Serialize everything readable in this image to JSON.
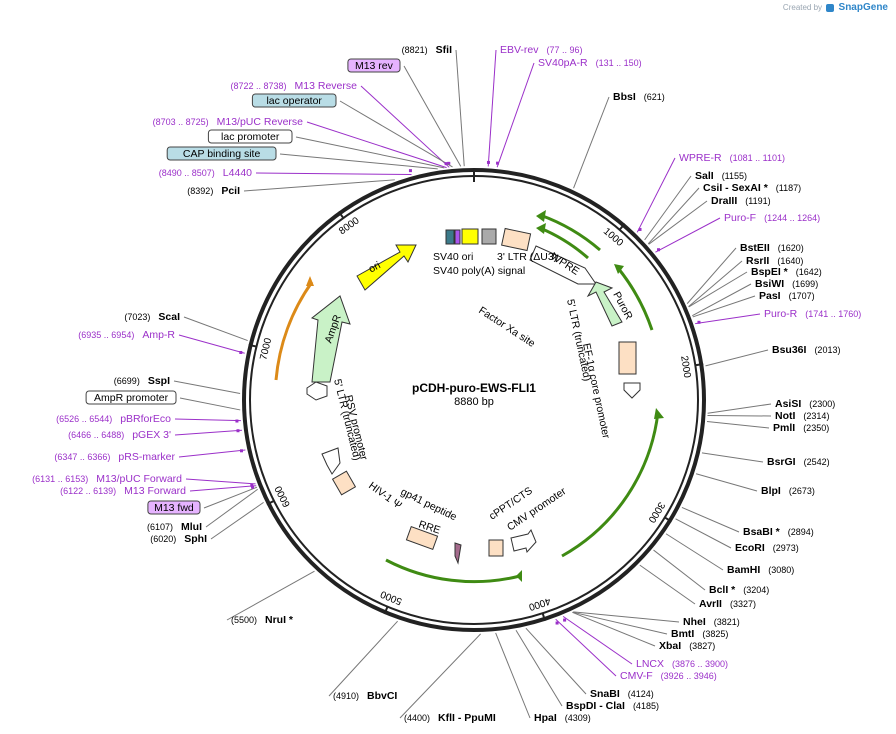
{
  "header": {
    "brand_prefix": "Created by",
    "brand_name": "SnapGene"
  },
  "plasmid": {
    "name": "pCDH-puro-EWS-FLI1",
    "size": "8880 bp",
    "total_bp": 8880
  },
  "colors": {
    "enzyme": "#000000",
    "primer": "#9b30c9",
    "feature_fill": "#fde0c4",
    "orf_green": "#c9f2c7",
    "ori_yellow": "#ffff00",
    "grey": "#aaaaaa",
    "arrow_green": "#3f8b13",
    "arrow_orange": "#dc8a18"
  },
  "ticks": [
    {
      "bp": 1000,
      "label": "1000"
    },
    {
      "bp": 2000,
      "label": "2000"
    },
    {
      "bp": 3000,
      "label": "3000"
    },
    {
      "bp": 4000,
      "label": "4000"
    },
    {
      "bp": 5000,
      "label": "5000"
    },
    {
      "bp": 6000,
      "label": "6000"
    },
    {
      "bp": 7000,
      "label": "7000"
    },
    {
      "bp": 8000,
      "label": "8000"
    }
  ],
  "labels": [
    {
      "kind": "enzyme",
      "name": "SfiI",
      "pos": "(8821)",
      "bp": 8821
    },
    {
      "kind": "primer",
      "name": "EBV-rev",
      "pos": "(77 .. 96)",
      "bp": 86
    },
    {
      "kind": "primer",
      "name": "SV40pA-R",
      "pos": "(131 .. 150)",
      "bp": 140
    },
    {
      "kind": "feature",
      "name": "M13 rev",
      "color": "purple",
      "bp": 8800
    },
    {
      "kind": "primer",
      "name": "M13 Reverse",
      "pos": "(8722 .. 8738)",
      "bp": 8730
    },
    {
      "kind": "feature",
      "name": "lac operator",
      "color": "teal",
      "bp": 8750
    },
    {
      "kind": "primer",
      "name": "M13/pUC Reverse",
      "pos": "(8703 .. 8725)",
      "bp": 8714
    },
    {
      "kind": "feature",
      "name": "lac promoter",
      "color": "white",
      "bp": 8700
    },
    {
      "kind": "feature",
      "name": "CAP binding site",
      "color": "teal",
      "bp": 8660
    },
    {
      "kind": "primer",
      "name": "L4440",
      "pos": "(8490 .. 8507)",
      "bp": 8498
    },
    {
      "kind": "enzyme",
      "name": "PciI",
      "pos": "(8392)",
      "bp": 8392
    },
    {
      "kind": "enzyme",
      "name": "BbsI",
      "pos": "(621)",
      "bp": 621
    },
    {
      "kind": "primer",
      "name": "WPRE-R",
      "pos": "(1081 .. 1101)",
      "bp": 1091
    },
    {
      "kind": "enzyme",
      "name": "SalI",
      "pos": "(1155)",
      "bp": 1155
    },
    {
      "kind": "enzyme",
      "name": "CsiI  - SexAI *",
      "pos": "(1187)",
      "bp": 1187
    },
    {
      "kind": "enzyme",
      "name": "DraIII",
      "pos": "(1191)",
      "bp": 1191
    },
    {
      "kind": "primer",
      "name": "Puro-F",
      "pos": "(1244 .. 1264)",
      "bp": 1254
    },
    {
      "kind": "enzyme",
      "name": "BstEII",
      "pos": "(1620)",
      "bp": 1620
    },
    {
      "kind": "enzyme",
      "name": "RsrII",
      "pos": "(1640)",
      "bp": 1640
    },
    {
      "kind": "enzyme",
      "name": "BspEI *",
      "pos": "(1642)",
      "bp": 1642
    },
    {
      "kind": "enzyme",
      "name": "BsiWI",
      "pos": "(1699)",
      "bp": 1699
    },
    {
      "kind": "enzyme",
      "name": "PasI",
      "pos": "(1707)",
      "bp": 1707
    },
    {
      "kind": "primer",
      "name": "Puro-R",
      "pos": "(1741 .. 1760)",
      "bp": 1750
    },
    {
      "kind": "enzyme",
      "name": "Bsu36I",
      "pos": "(2013)",
      "bp": 2013
    },
    {
      "kind": "enzyme",
      "name": "AsiSI",
      "pos": "(2300)",
      "bp": 2300
    },
    {
      "kind": "enzyme",
      "name": "NotI",
      "pos": "(2314)",
      "bp": 2314
    },
    {
      "kind": "enzyme",
      "name": "PmlI",
      "pos": "(2350)",
      "bp": 2350
    },
    {
      "kind": "enzyme",
      "name": "BsrGI",
      "pos": "(2542)",
      "bp": 2542
    },
    {
      "kind": "enzyme",
      "name": "BlpI",
      "pos": "(2673)",
      "bp": 2673
    },
    {
      "kind": "enzyme",
      "name": "BsaBI *",
      "pos": "(2894)",
      "bp": 2894
    },
    {
      "kind": "enzyme",
      "name": "EcoRI",
      "pos": "(2973)",
      "bp": 2973
    },
    {
      "kind": "enzyme",
      "name": "BamHI",
      "pos": "(3080)",
      "bp": 3080
    },
    {
      "kind": "enzyme",
      "name": "BclI *",
      "pos": "(3204)",
      "bp": 3204
    },
    {
      "kind": "enzyme",
      "name": "AvrII",
      "pos": "(3327)",
      "bp": 3327
    },
    {
      "kind": "enzyme",
      "name": "NheI",
      "pos": "(3821)",
      "bp": 3821
    },
    {
      "kind": "enzyme",
      "name": "BmtI",
      "pos": "(3825)",
      "bp": 3825
    },
    {
      "kind": "enzyme",
      "name": "XbaI",
      "pos": "(3827)",
      "bp": 3827
    },
    {
      "kind": "primer",
      "name": "LNCX",
      "pos": "(3876 .. 3900)",
      "bp": 3888
    },
    {
      "kind": "primer",
      "name": "CMV-F",
      "pos": "(3926 .. 3946)",
      "bp": 3936
    },
    {
      "kind": "enzyme",
      "name": "SnaBI",
      "pos": "(4124)",
      "bp": 4124
    },
    {
      "kind": "enzyme",
      "name": "BspDI  - ClaI",
      "pos": "(4185)",
      "bp": 4185
    },
    {
      "kind": "enzyme",
      "name": "HpaI",
      "pos": "(4309)",
      "bp": 4309
    },
    {
      "kind": "enzyme",
      "name": "KflI  - PpuMI",
      "pos": "(4400)",
      "bp": 4400
    },
    {
      "kind": "enzyme",
      "name": "BbvCI",
      "pos": "(4910)",
      "bp": 4910
    },
    {
      "kind": "enzyme",
      "name": "NruI *",
      "pos": "(5500)",
      "bp": 5500
    },
    {
      "kind": "enzyme",
      "name": "SphI",
      "pos": "(6020)",
      "bp": 6020
    },
    {
      "kind": "enzyme",
      "name": "MluI",
      "pos": "(6107)",
      "bp": 6107
    },
    {
      "kind": "feature",
      "name": "M13 fwd",
      "color": "purple",
      "bp": 6120
    },
    {
      "kind": "primer",
      "name": "M13 Forward",
      "pos": "(6122 .. 6139)",
      "bp": 6130
    },
    {
      "kind": "primer",
      "name": "M13/pUC Forward",
      "pos": "(6131 .. 6153)",
      "bp": 6142
    },
    {
      "kind": "primer",
      "name": "pRS-marker",
      "pos": "(6347 .. 6366)",
      "bp": 6356
    },
    {
      "kind": "primer",
      "name": "pGEX 3'",
      "pos": "(6466 .. 6488)",
      "bp": 6477
    },
    {
      "kind": "primer",
      "name": "pBRforEco",
      "pos": "(6526 .. 6544)",
      "bp": 6535
    },
    {
      "kind": "feature",
      "name": "AmpR promoter",
      "color": "white",
      "bp": 6600
    },
    {
      "kind": "enzyme",
      "name": "SspI",
      "pos": "(6699)",
      "bp": 6699
    },
    {
      "kind": "primer",
      "name": "Amp-R",
      "pos": "(6935 .. 6954)",
      "bp": 6944
    },
    {
      "kind": "enzyme",
      "name": "ScaI",
      "pos": "(7023)",
      "bp": 7023
    }
  ],
  "features": [
    {
      "name": "SV40 ori",
      "bp": 60
    },
    {
      "name": "SV40 poly(A) signal",
      "bp": 260
    },
    {
      "name": "3' LTR (ΔU3)",
      "bp": 520
    },
    {
      "name": "WPRE",
      "bp": 900
    },
    {
      "name": "Factor Xa site",
      "bp": 1050
    },
    {
      "name": "5' LTR (truncated)",
      "bp": 1200
    },
    {
      "name": "PuroR",
      "bp": 1500
    },
    {
      "name": "EF-1α core promoter",
      "bp": 1900
    },
    {
      "name": "cPPT/CTS",
      "bp": 3950
    },
    {
      "name": "CMV promoter",
      "bp": 4050
    },
    {
      "name": "RRE",
      "bp": 4700
    },
    {
      "name": "gp41 peptide",
      "bp": 4750
    },
    {
      "name": "HIV-1 Ψ",
      "bp": 5000
    },
    {
      "name": "RSV promoter",
      "bp": 5450
    },
    {
      "name": "5' LTR (truncated)",
      "bp": 5500
    },
    {
      "name": "AmpR",
      "bp": 6900
    },
    {
      "name": "ori",
      "bp": 7900
    }
  ]
}
